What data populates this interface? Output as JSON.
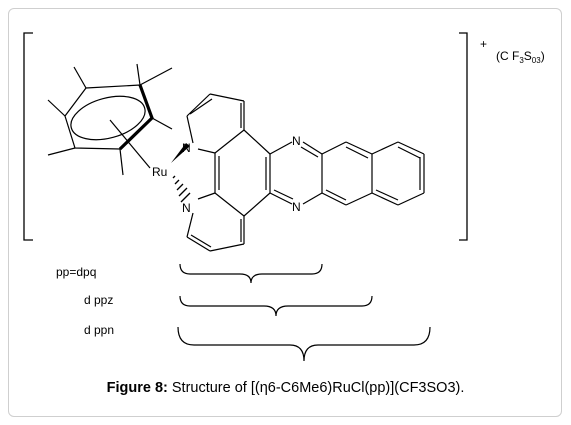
{
  "molecule": {
    "metal": "Ru",
    "ring_nitrogen": "N",
    "charge": "+",
    "counterion_prefix": "(C F",
    "counterion_sub1": "3",
    "counterion_mid": "S",
    "counterion_sub2": "03",
    "counterion_suffix": ")"
  },
  "ligands": [
    {
      "label": "pp=dpq"
    },
    {
      "label": "d ppz"
    },
    {
      "label": "d ppn"
    }
  ],
  "caption": {
    "prefix": "Figure 8:",
    "text": " Structure of [(η6-C6Me6)RuCl(pp)](CF3SO3)."
  }
}
